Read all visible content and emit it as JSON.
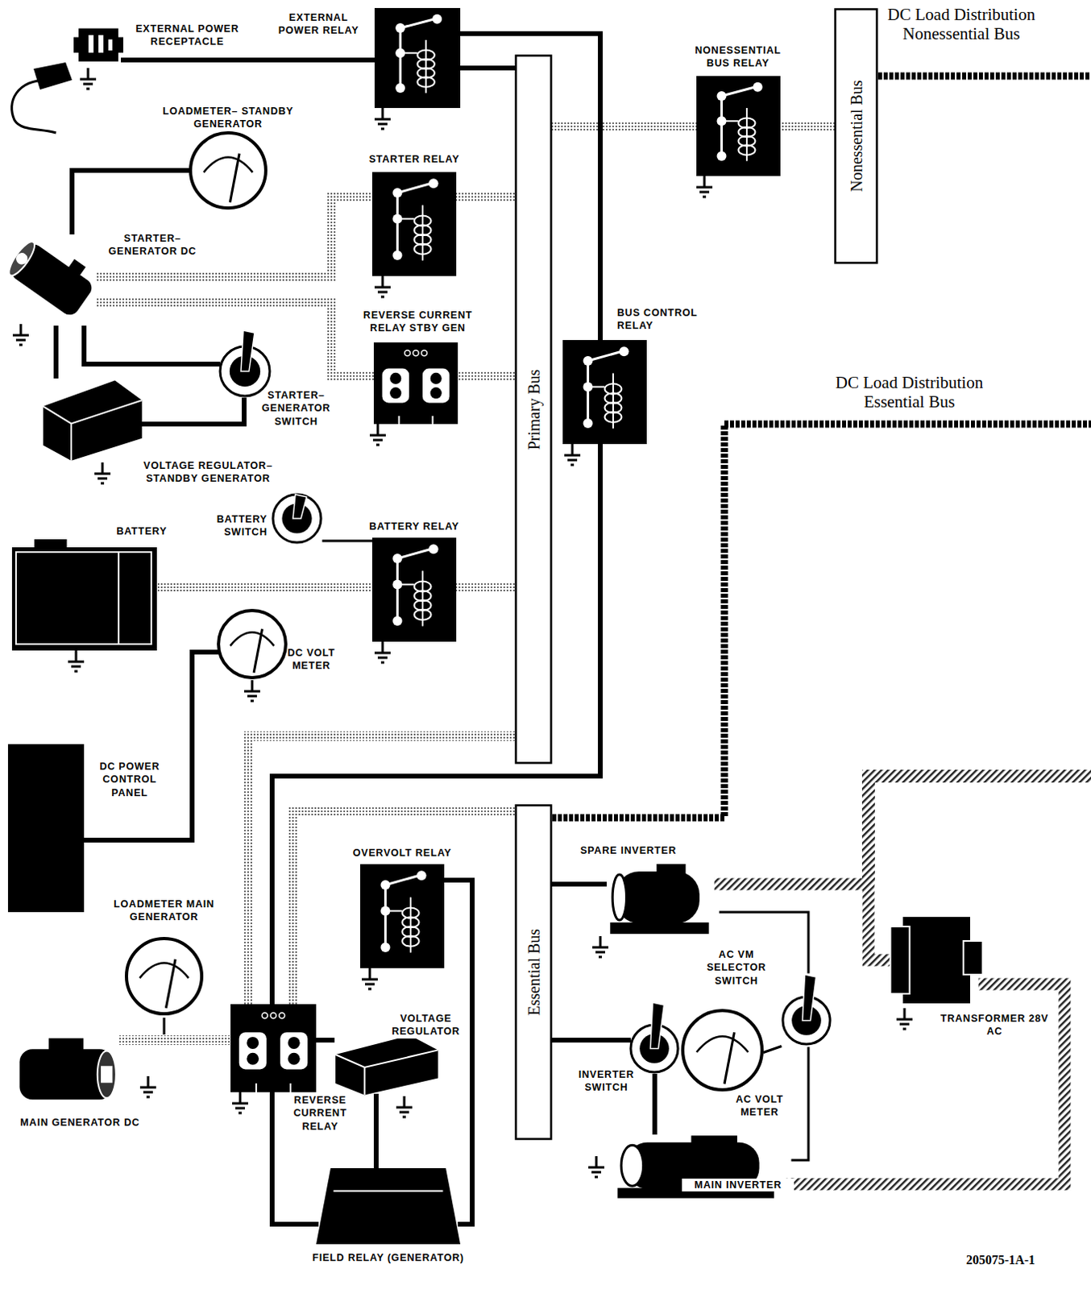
{
  "diagram": {
    "nodes": [
      {
        "text": [
          "EXTERNAL POWER RECEPTACLE"
        ]
      },
      {
        "text": [
          "EXTERNAL POWER RELAY"
        ]
      },
      {
        "text": [
          "NONESSENTIAL BUS RELAY"
        ]
      },
      {
        "text": [
          "Nonessential Bus"
        ]
      },
      {
        "text": [
          "LOADMETER– STANDBY GENERATOR"
        ]
      },
      {
        "text": [
          "STARTER RELAY"
        ]
      },
      {
        "text": [
          "STARTER– GENERATOR DC"
        ]
      },
      {
        "text": [
          "Primary Bus"
        ]
      },
      {
        "text": [
          "REVERSE CURRENT RELAY STBY GEN"
        ]
      },
      {
        "text": [
          "BUS CONTROL RELAY"
        ]
      },
      {
        "text": [
          "STARTER– GENERATOR SWITCH"
        ]
      },
      {
        "text": [
          "VOLTAGE REGULATOR– STANDBY GENERATOR"
        ]
      },
      {
        "text": [
          "BATTERY SWITCH"
        ]
      },
      {
        "text": [
          "BATTERY"
        ]
      },
      {
        "text": [
          "BATTERY RELAY"
        ]
      },
      {
        "text": [
          "DC VOLT METER"
        ]
      },
      {
        "text": [
          "DC POWER CONTROL PANEL"
        ]
      },
      {
        "text": [
          "OVERVOLT RELAY"
        ]
      },
      {
        "text": [
          "Essential Bus"
        ]
      },
      {
        "text": [
          "SPARE INVERTER"
        ]
      },
      {
        "text": [
          "LOADMETER MAIN GENERATOR"
        ]
      },
      {
        "text": [
          "AC VM SELECTOR SWITCH"
        ]
      },
      {
        "text": [
          "TRANSFORMER 28V AC"
        ]
      },
      {
        "text": [
          "VOLTAGE REGULATOR"
        ]
      },
      {
        "text": [
          "INVERTER SWITCH"
        ]
      },
      {
        "text": [
          "AC VOLT METER"
        ]
      },
      {
        "text": [
          "MAIN GENERATOR DC"
        ]
      },
      {
        "text": [
          "REVERSE CURRENT RELAY"
        ]
      },
      {
        "text": [
          "MAIN INVERTER"
        ]
      },
      {
        "text": [
          "FIELD RELAY (GENERATOR)"
        ]
      }
    ],
    "edges": [
      {
        "from": 0,
        "to": 1,
        "arrow": "none"
      },
      {
        "from": 1,
        "to": 7,
        "arrow": "none"
      },
      {
        "from": 7,
        "to": 2,
        "arrow": "none"
      },
      {
        "from": 2,
        "to": 3,
        "arrow": "none"
      },
      {
        "from": 4,
        "to": 6,
        "arrow": "none"
      },
      {
        "from": 6,
        "to": 5,
        "arrow": "none"
      },
      {
        "from": 5,
        "to": 7,
        "arrow": "none"
      },
      {
        "from": 6,
        "to": 8,
        "arrow": "none"
      },
      {
        "from": 8,
        "to": 7,
        "arrow": "none"
      },
      {
        "from": 6,
        "to": 10,
        "arrow": "none"
      },
      {
        "from": 10,
        "to": 11,
        "arrow": "none"
      },
      {
        "from": 11,
        "to": 6,
        "arrow": "none"
      },
      {
        "from": 12,
        "to": 14,
        "arrow": "none"
      },
      {
        "from": 13,
        "to": 14,
        "arrow": "none"
      },
      {
        "from": 14,
        "to": 7,
        "arrow": "none"
      },
      {
        "from": 15,
        "to": 16,
        "arrow": "none"
      },
      {
        "from": 1,
        "to": 9,
        "arrow": "none"
      },
      {
        "from": 9,
        "to": 27,
        "arrow": "none"
      },
      {
        "from": 7,
        "to": 27,
        "arrow": "none"
      },
      {
        "from": 27,
        "to": 18,
        "arrow": "none"
      },
      {
        "from": 26,
        "to": 27,
        "arrow": "none"
      },
      {
        "from": 27,
        "to": 23,
        "arrow": "none"
      },
      {
        "from": 23,
        "to": 29,
        "arrow": "none"
      },
      {
        "from": 17,
        "to": 29,
        "arrow": "none"
      },
      {
        "from": 27,
        "to": 29,
        "arrow": "none"
      },
      {
        "from": 18,
        "to": 19,
        "arrow": "none"
      },
      {
        "from": 18,
        "to": 24,
        "arrow": "none"
      },
      {
        "from": 24,
        "to": 28,
        "arrow": "none"
      },
      {
        "from": 19,
        "to": 22,
        "arrow": "none"
      },
      {
        "from": 28,
        "to": 22,
        "arrow": "none"
      },
      {
        "from": 25,
        "to": 21,
        "arrow": "none"
      },
      {
        "from": 21,
        "to": 19,
        "arrow": "none"
      },
      {
        "from": 21,
        "to": 28,
        "arrow": "none"
      }
    ],
    "labels": [
      "DC Load Distribution Nonessential Bus",
      "DC Load Distribution Essential Bus",
      "205075-1A-1"
    ]
  }
}
